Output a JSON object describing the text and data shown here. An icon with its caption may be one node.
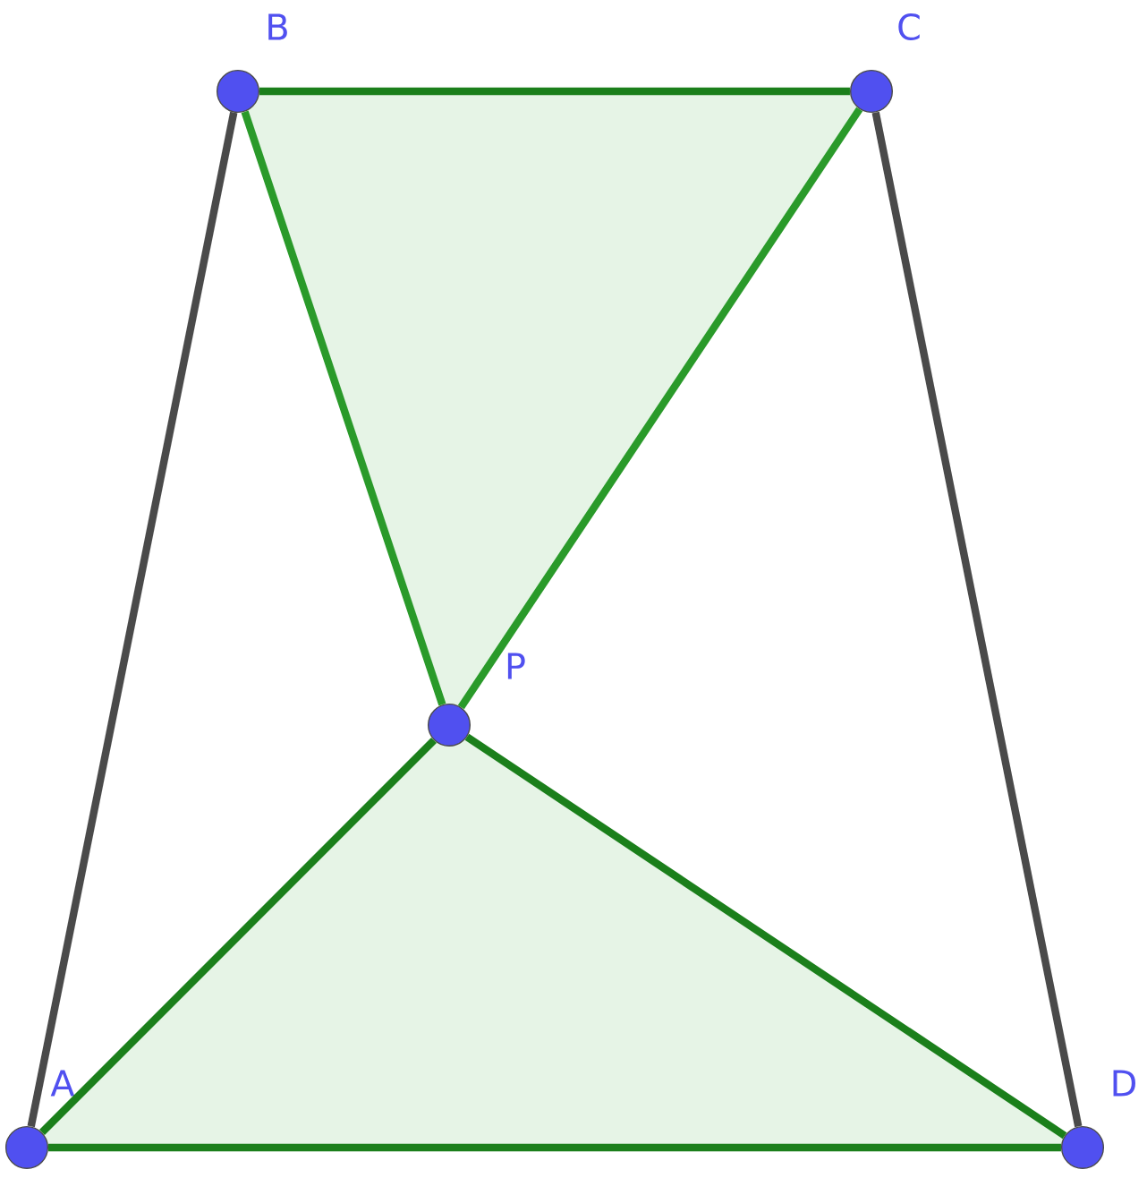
{
  "diagram": {
    "nodes": [
      {
        "text": [
          "A"
        ]
      },
      {
        "text": [
          "B"
        ]
      },
      {
        "text": [
          "C"
        ]
      },
      {
        "text": [
          "D"
        ]
      },
      {
        "text": [
          "P"
        ]
      }
    ],
    "edges": [
      {
        "from": 0,
        "to": 1,
        "arrow": "none",
        "color": "#4a4a4a"
      },
      {
        "from": 1,
        "to": 2,
        "arrow": "none"
      },
      {
        "from": 2,
        "to": 3,
        "arrow": "none",
        "color": "#4a4a4a"
      },
      {
        "from": 3,
        "to": 0,
        "arrow": "none"
      },
      {
        "from": 1,
        "to": 4,
        "arrow": "none",
        "color": "#2a9a2a"
      },
      {
        "from": 2,
        "to": 4,
        "arrow": "none",
        "color": "#2a9a2a"
      },
      {
        "from": 0,
        "to": 4,
        "arrow": "none"
      },
      {
        "from": 3,
        "to": 4,
        "arrow": "none"
      }
    ]
  }
}
